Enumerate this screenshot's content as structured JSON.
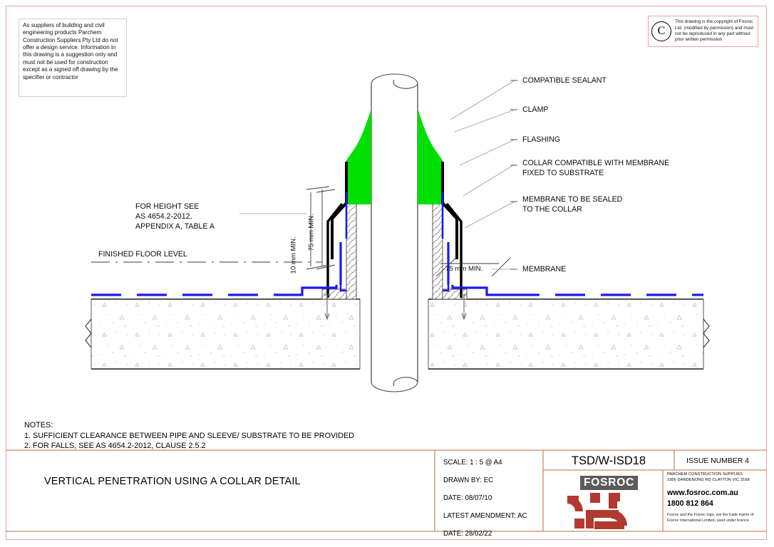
{
  "sheet": {
    "disclaimer": "As suppliers of building and civil engineering products Parchem Construction Suppliers Pty Ltd do not offer a design service. Information in this drawing is a suggestion only and must not be used for construction except as a signed off drawing by the specifier or contractor",
    "copyright_symbol": "C",
    "copyright_text": "This drawing is the copyright of Fosroc Ltd. (modified by permission) and must not be reproduced in any part without prior written permission"
  },
  "callouts_right": [
    "COMPATIBLE SEALANT",
    "CLAMP",
    "FLASHING",
    "COLLAR COMPATIBLE WITH MEMBRANE\nFIXED TO SUBSTRATE",
    "MEMBRANE TO BE SEALED\nTO THE COLLAR",
    "MEMBRANE"
  ],
  "callouts_left": [
    "FOR HEIGHT SEE\nAS 4654.2-2012,\nAPPENDIX A, TABLE A",
    "FINISHED FLOOR LEVEL"
  ],
  "dimensions": {
    "vert_inner": "10 mm MIN.",
    "vert_outer": "75 mm MIN.",
    "horiz_right": "75 mm MIN."
  },
  "notes": {
    "heading": "NOTES:",
    "items": [
      "1. SUFFICIENT CLEARANCE BETWEEN PIPE AND SLEEVE/ SUBSTRATE TO BE PROVIDED",
      "2. FOR FALLS, SEE AS 4654.2-2012, CLAUSE 2.5.2"
    ]
  },
  "title_block": {
    "drawing_title": "VERTICAL PENETRATION USING A COLLAR DETAIL",
    "scale": "SCALE:  1 : 5 @ A4",
    "drawn_by": "DRAWN BY: EC",
    "date": "DATE: 08/07/10",
    "latest_amendment": "LATEST AMENDMENT: AC",
    "amendment_date": "DATE: 28/02/22",
    "drawing_number": "TSD/W-ISD18",
    "issue_number": "ISSUE NUMBER 4",
    "logo_word": "FOSROC",
    "company": "PARCHEM CONSTRUCTION SUPPLIES",
    "address": "1956 DANDENONG RD CLAYTON VIC 3168",
    "website": "www.fosroc.com.au",
    "phone": "1800 812 864",
    "trademark": "Fosroc and the Fosroc logo, are the trade marks of Fosroc International Limited, used under licence"
  },
  "colors": {
    "sealant_green": "#00e000",
    "membrane_blue": "#1a1aee",
    "border_pink": "#e8a3a3",
    "logo_red": "#b03a30",
    "logo_grey": "#5b5b5b"
  }
}
